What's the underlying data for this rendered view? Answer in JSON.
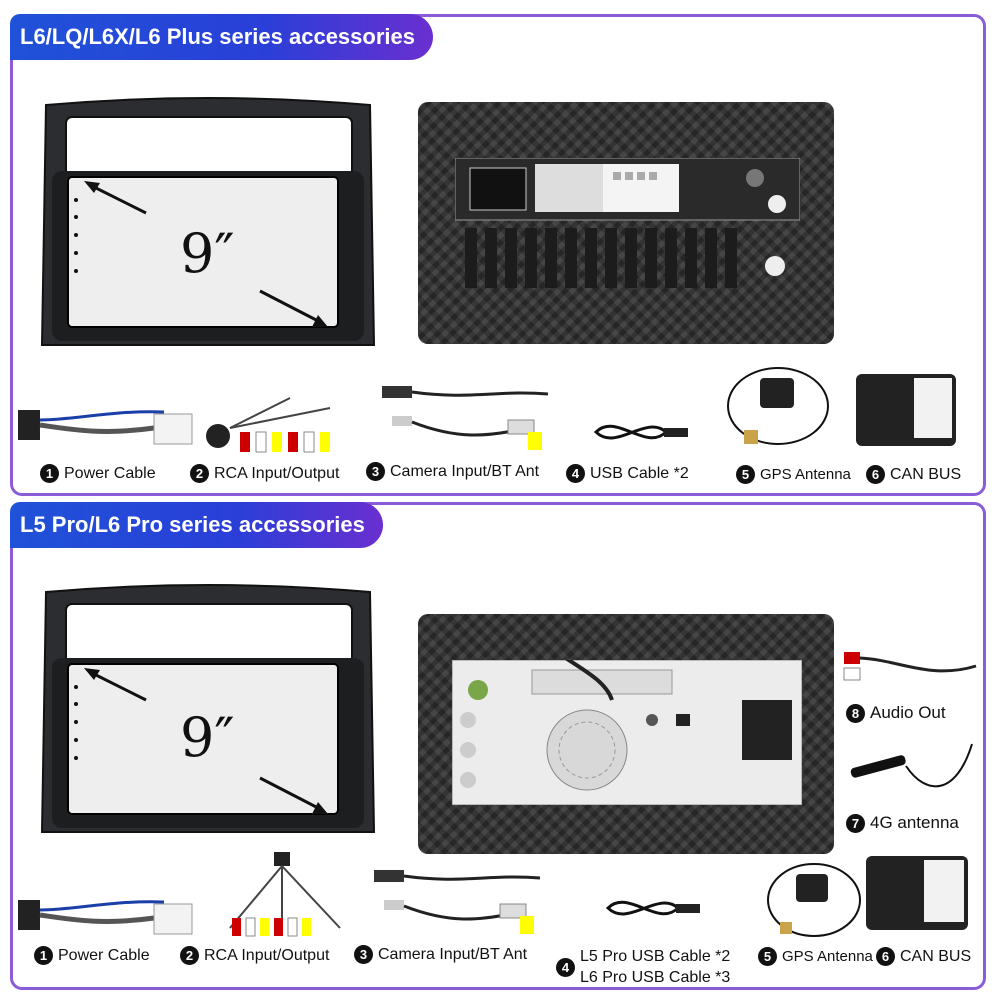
{
  "panel1": {
    "title": "L6/LQ/L6X/L6 Plus series accessories",
    "screen_size": "9″",
    "items": [
      {
        "num": "1",
        "label": "Power Cable"
      },
      {
        "num": "2",
        "label": "RCA Input/Output"
      },
      {
        "num": "3",
        "label": "Camera Input/BT Ant"
      },
      {
        "num": "4",
        "label": "USB Cable *2"
      },
      {
        "num": "5",
        "label": "GPS Antenna"
      },
      {
        "num": "6",
        "label": "CAN BUS"
      }
    ]
  },
  "panel2": {
    "title": "L5 Pro/L6 Pro series accessories",
    "screen_size": "9″",
    "items": [
      {
        "num": "1",
        "label": "Power Cable"
      },
      {
        "num": "2",
        "label": "RCA Input/Output"
      },
      {
        "num": "3",
        "label": "Camera Input/BT Ant"
      },
      {
        "num": "4",
        "label": "L5 Pro USB Cable *2",
        "label2": "L6 Pro USB Cable *3"
      },
      {
        "num": "5",
        "label": "GPS Antenna"
      },
      {
        "num": "6",
        "label": "CAN BUS"
      },
      {
        "num": "7",
        "label": "4G antenna"
      },
      {
        "num": "8",
        "label": "Audio Out"
      }
    ]
  },
  "colors": {
    "border": "#8a5cd8",
    "header_start": "#1f52d8",
    "header_end": "#6a2fd0"
  }
}
